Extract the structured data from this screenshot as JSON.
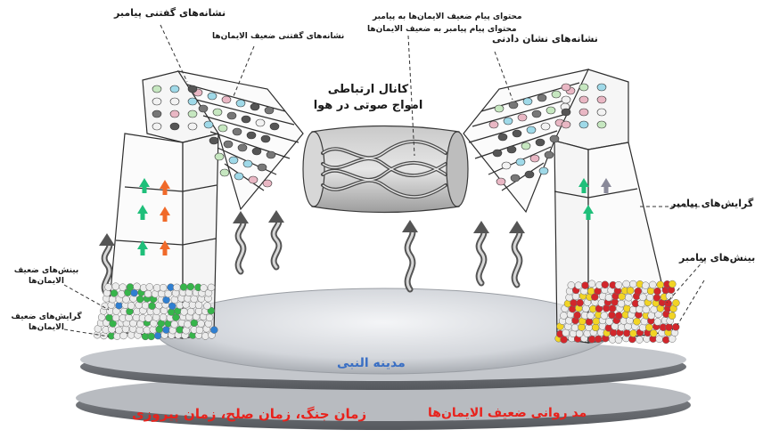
{
  "labels": {
    "sender_signs": "نشانه‌های گفتنی پیامبر",
    "weak_faith_signs": "نشانه‌های گفتنی ضعیف الایمان‌ها",
    "message_content_line1": "محتوای پیام ضعیف الایمان‌ها به پیامبر",
    "message_content_line2": "محتوای پیام پیامبر به ضعیف الایمان‌ها",
    "showing_signs": "نشانه‌های نشان دادنی",
    "channel_line1": "کانال ارتباطی",
    "channel_line2": "امواج صوتی در هوا",
    "prophet_tendencies": "گرایش‌های پیامبر",
    "prophet_insights": "بینش‌های پیامبر",
    "weak_insights_line1": "بینش‌های ضعیف",
    "weak_insights_line2": "الایمان‌ها",
    "weak_tendencies_line1": "گرایش‌های ضعیف",
    "weak_tendencies_line2": "الایمان‌ها"
  },
  "base": {
    "city": "مدینه النبی",
    "times": "زمان جنگ، زمان صلح، زمان پیروزی",
    "psych": "مد روانی ضعیف الایمان‌ها"
  },
  "colors": {
    "city_text": "#3a6fc4",
    "base_red": "#e8221c",
    "arrow_green": "#1fbf7a",
    "arrow_orange": "#f06a2a",
    "arrow_blue": "#3a8fd8",
    "ball_red": "#d2262b",
    "ball_yellow": "#f2d424",
    "ball_green": "#36b54a",
    "ball_blue": "#2f7fd1"
  }
}
